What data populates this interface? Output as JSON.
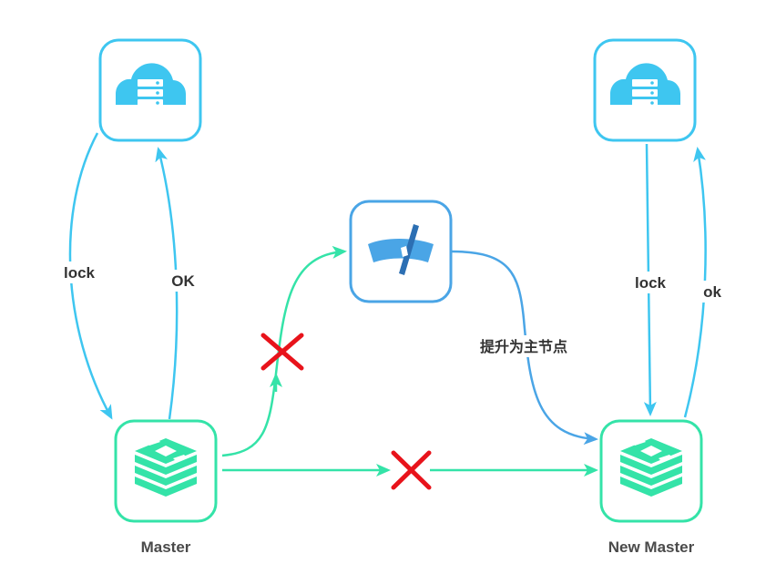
{
  "colors": {
    "cloud": "#3ec6f0",
    "redis": "#34e3a8",
    "sentinel": "#4aa5e6",
    "cross": "#e8131b",
    "text": "#333333"
  },
  "nodes": {
    "client_left": {
      "icon": "cloud-server-icon"
    },
    "client_right": {
      "icon": "cloud-server-icon"
    },
    "sentinel": {
      "icon": "sentinel-gauge-icon"
    },
    "master": {
      "icon": "redis-stack-icon",
      "caption": "Master"
    },
    "new_master": {
      "icon": "redis-stack-icon",
      "caption": "New Master"
    }
  },
  "edges": {
    "left_lock": "lock",
    "left_ok": "OK",
    "right_lock": "lock",
    "right_ok": "ok",
    "promote": "提升为主节点"
  },
  "markers": {
    "master_to_sentinel": "broken",
    "master_to_new_master": "broken"
  }
}
